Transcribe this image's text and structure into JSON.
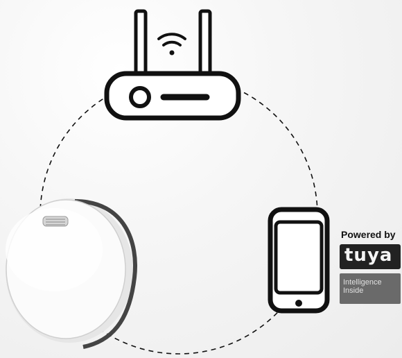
{
  "badge": {
    "powered_by": "Powered by",
    "brand": "tuya",
    "tagline_line1": "Intelligence",
    "tagline_line2": "Inside"
  },
  "icons": {
    "router": "router-icon",
    "wifi": "wifi-icon",
    "phone": "smartphone-icon",
    "device": "smoke-detector-device",
    "connection": "dashed-connection-circle"
  },
  "colors": {
    "stroke": "#111111",
    "background": "#f3f3f3",
    "badge_dark": "#222222",
    "badge_grey": "#6a6a6a"
  }
}
